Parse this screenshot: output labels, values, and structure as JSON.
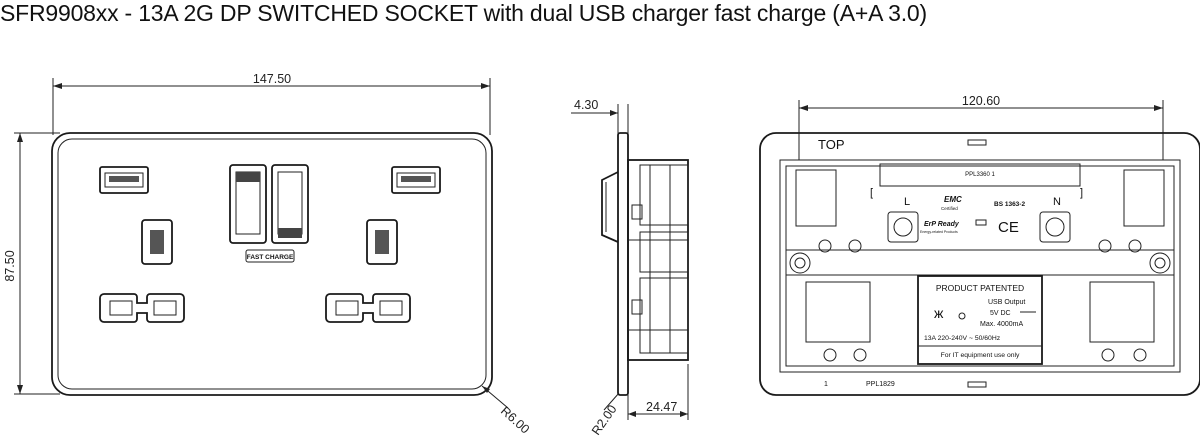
{
  "title": "SFR9908xx - 13A 2G DP SWITCHED SOCKET  with dual USB charger fast charge (A+A 3.0)",
  "front_view": {
    "width_dim": "147.50",
    "height_dim": "87.50",
    "radius_dim": "R6.00",
    "fast_charge_label": "FAST CHARGE"
  },
  "side_view": {
    "plate_thickness_dim": "4.30",
    "depth_dim": "24.47",
    "radius_dim": "R2.00"
  },
  "rear_view": {
    "width_dim": "120.60",
    "top_label": "TOP",
    "ppl_top": "PPL3360  1",
    "terminal_l": "L",
    "terminal_n": "N",
    "emc_label": "EMC",
    "emc_sub": "Certified",
    "bs_label": "BS 1363-2",
    "erp_label": "ErP Ready",
    "erp_sub": "Energy-related Products",
    "ce_label": "CE",
    "patent_label": "PRODUCT PATENTED",
    "usb_output": "USB Output",
    "voltage": "5V DC",
    "max_current": "Max. 4000mA",
    "rating": "13A  220-240V ~  50/60Hz",
    "it_note": "For IT equipment use  only",
    "bottom_num": "1",
    "ppl_bottom": "PPL1829"
  }
}
